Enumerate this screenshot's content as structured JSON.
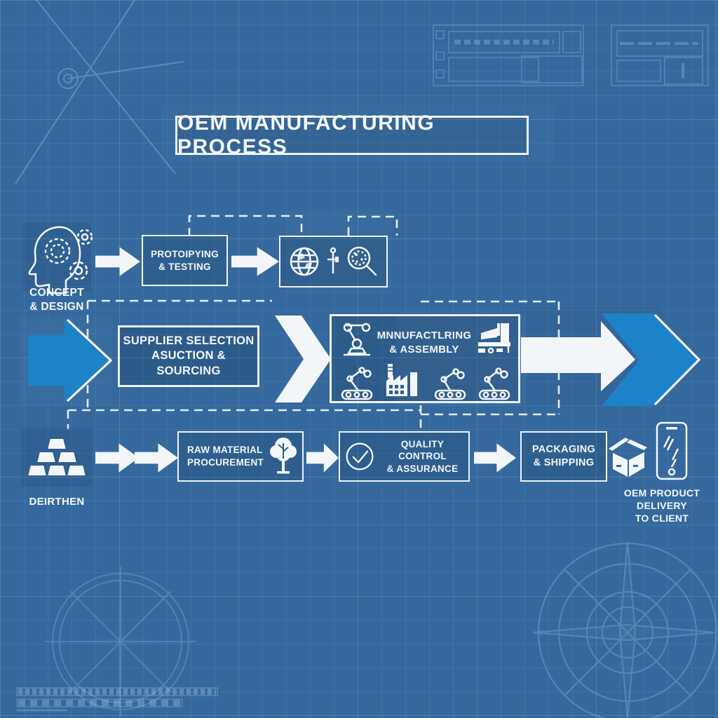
{
  "title": "OEM MANUFACTURING PROCESS",
  "colors": {
    "background": "#35699d",
    "grid_line": "#d6e9fa",
    "box_fill": "#2f5e8e",
    "box_border": "#eef3f7",
    "arrow_white": "#f3f6f8",
    "arrow_accent_blue": "#1d83c8",
    "text": "#f4f7f9"
  },
  "nodes": {
    "concept": {
      "label": "CONCEPT\n& DESIGN",
      "icon": "head-gears-icon"
    },
    "prototyping": {
      "label": "PROTOIPYING\n& TESTING"
    },
    "research": {
      "icons": [
        "globe-icon",
        "caliper-tool-icon",
        "magnifier-icon"
      ]
    },
    "supplier": {
      "label": "SUPPLIER SELECTION\nASUCTION & SOURCING"
    },
    "manufacturing": {
      "label": "MNNUFACTLRING\n& ASSEMBLY",
      "icons": [
        "robot-arm-icon",
        "cnc-machine-icon",
        "conveyor-robot-icon",
        "factory-icon",
        "conveyor-robot-icon",
        "conveyor-robot-icon"
      ]
    },
    "materials": {
      "label": "DEIRTHEN",
      "icon": "ingots-icon"
    },
    "raw_material": {
      "label": "RAW MATERIAL\nPROCUREMENT",
      "icon": "tree-icon"
    },
    "quality": {
      "label": "QUALITY CONTROL\n& ASSURANCE",
      "icon": "check-circle-icon"
    },
    "packaging": {
      "label": "PACKAGING\n& SHIPPING"
    },
    "delivery": {
      "label": "OEM PRODUCT\nDELIVERY\nTO CLIENT",
      "icons": [
        "open-box-icon",
        "smartphone-icon"
      ]
    }
  },
  "background_decorations": [
    "blueprint-grid",
    "crossed-construction-lines",
    "technical-drawing-blocks",
    "compass-rose-left",
    "compass-rose-right",
    "ruler-scale"
  ]
}
